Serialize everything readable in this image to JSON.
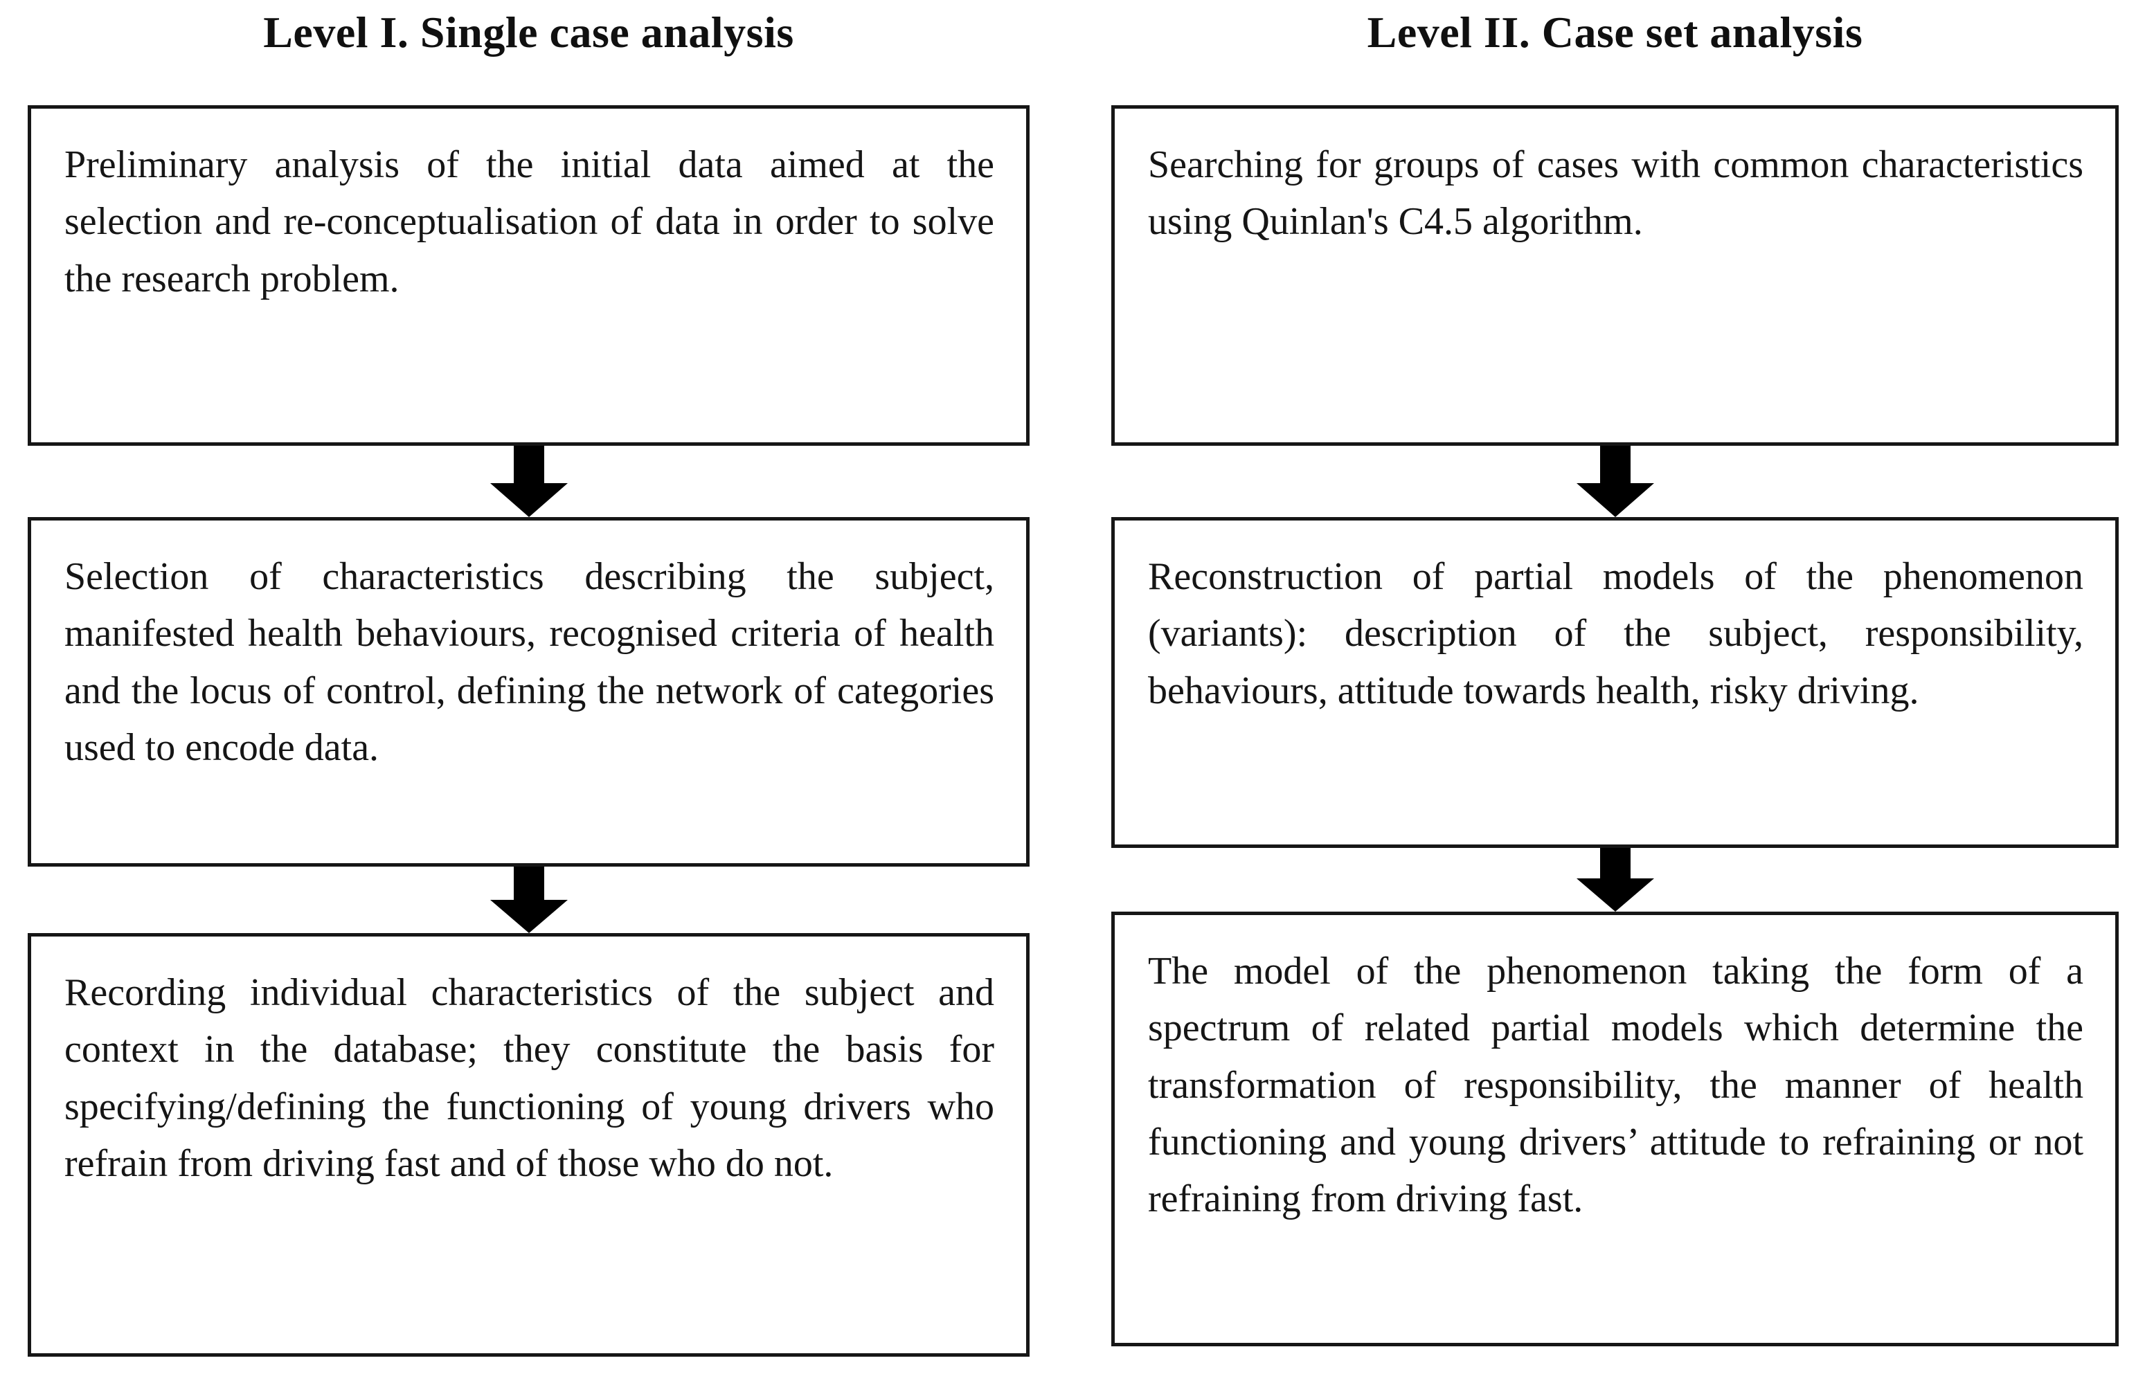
{
  "page": {
    "background": "#ffffff"
  },
  "colors": {
    "box_border": "#161616",
    "text": "#151515",
    "arrow": "#000000"
  },
  "icons": {
    "down_arrow": "down-block-arrow-icon"
  },
  "diagram": {
    "type": "flowchart",
    "columns": [
      {
        "title": "Level I. Single case analysis",
        "boxes": [
          {
            "text": "Preliminary analysis of the initial data aimed at the selection and re-conceptualisation of data in order to solve the research problem."
          },
          {
            "text": "Selection of characteristics describing the subject, manifested health behaviours, recognised criteria of health and the locus of control, defining the network of categories used to encode data."
          },
          {
            "text": "Recording individual characteristics of the subject and context in the database; they constitute the basis for specifying/defining the functioning of young drivers who refrain from driving fast and of those who do not."
          }
        ]
      },
      {
        "title": "Level II. Case set analysis",
        "boxes": [
          {
            "text": "Searching for groups of cases with common characteristics using Quinlan's C4.5 algorithm."
          },
          {
            "text": "Reconstruction of partial models of the phenomenon (variants): description of the subject, responsibility, behaviours, attitude towards health, risky driving."
          },
          {
            "text": "The model of the phenomenon taking the form of a spectrum of related partial models which determine the transformation of responsibility, the manner of health functioning and young drivers’ attitude to refraining or not refraining from driving fast."
          }
        ]
      }
    ]
  }
}
